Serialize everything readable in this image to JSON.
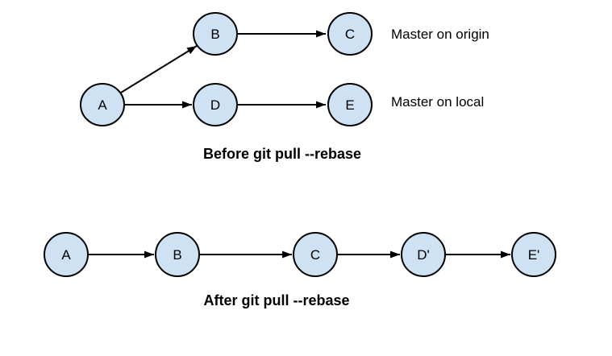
{
  "diagram": {
    "before": {
      "caption": "Before git pull --rebase",
      "nodes": {
        "a": "A",
        "b": "B",
        "c": "C",
        "d": "D",
        "e": "E"
      },
      "branch_labels": {
        "origin": "Master on origin",
        "local": "Master on local"
      }
    },
    "after": {
      "caption": "After git pull --rebase",
      "nodes": {
        "a": "A",
        "b": "B",
        "c": "C",
        "d_prime": "D'",
        "e_prime": "E'"
      }
    },
    "colors": {
      "node_fill": "#cfe2f3",
      "node_stroke": "#000000",
      "edge": "#000000",
      "text": "#000000",
      "background": "#ffffff"
    }
  }
}
